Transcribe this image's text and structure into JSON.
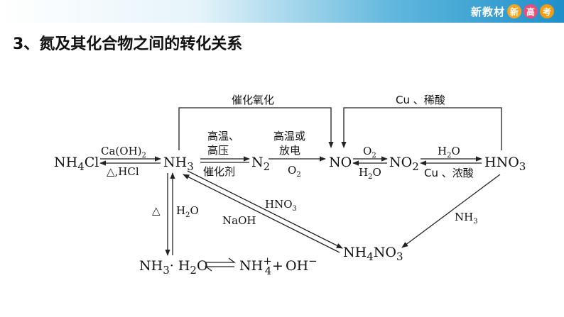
{
  "header": {
    "brand": "新教材",
    "badges": [
      "新",
      "高",
      "考"
    ]
  },
  "title": "3、氮及其化合物之间的转化关系",
  "diagram": {
    "nodes": {
      "nh4cl": {
        "main": "NH",
        "sub": "4",
        "tail": "Cl"
      },
      "nh3": {
        "main": "NH",
        "sub": "3"
      },
      "n2": {
        "main": "N",
        "sub": "2"
      },
      "no": {
        "main": "NO"
      },
      "no2": {
        "main": "NO",
        "sub": "2"
      },
      "hno3": {
        "main": "HNO",
        "sub": "3"
      },
      "nh4no3": {
        "a": "NH",
        "s1": "4",
        "b": "NO",
        "s2": "3"
      },
      "nh3h2o": {
        "a": "NH",
        "s1": "3",
        "b": "· H",
        "s2": "2",
        "c": "O"
      },
      "nh4plus": {
        "main": "NH",
        "sup": "+",
        "sub": "4"
      },
      "plus": "+",
      "oh": {
        "main": "OH",
        "sup": "−"
      }
    },
    "labels": {
      "cat_ox": "催化氧化",
      "cu_dilute": "Cu 、稀酸",
      "caoh2": {
        "main": "Ca(OH)",
        "sub": "2"
      },
      "delta_hcl": "△,HCl",
      "high_temp": "高温、",
      "high_press": "高压",
      "catalyst": "催化剂",
      "high_temp_or": "高温或",
      "discharge": "放电",
      "o2_n2": {
        "main": "O",
        "sub": "2"
      },
      "o2_no": {
        "main": "O",
        "sub": "2"
      },
      "h2o_no2": {
        "main": "H",
        "sub": "2",
        "tail": "O"
      },
      "h2o_hno3": {
        "main": "H",
        "sub": "2",
        "tail": "O"
      },
      "cu_conc": "Cu 、浓酸",
      "delta": "△",
      "h2o_left": {
        "main": "H",
        "sub": "2",
        "tail": "O"
      },
      "hno3_diag": {
        "main": "HNO",
        "sub": "3"
      },
      "naoh": "NaOH",
      "nh3_diag": {
        "main": "NH",
        "sub": "3"
      }
    }
  }
}
